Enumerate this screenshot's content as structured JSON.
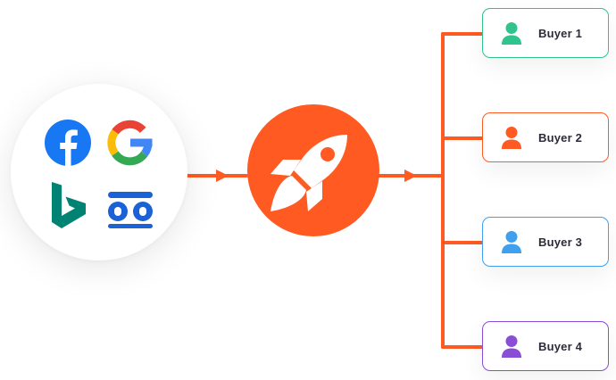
{
  "sources": [
    {
      "name": "facebook-logo",
      "icon": "facebook-icon",
      "color": "#1877f2"
    },
    {
      "name": "google-logo",
      "icon": "google-icon",
      "colors": [
        "#ea4335",
        "#fbbc05",
        "#34a853",
        "#4285f4"
      ]
    },
    {
      "name": "bing-logo",
      "icon": "bing-icon",
      "color": "#008373"
    },
    {
      "name": "yahoo-gemini-logo",
      "icon": "gemini-icon",
      "color": "#1a62d6"
    }
  ],
  "hub": {
    "icon": "rocket-icon",
    "color": "#ff5a22"
  },
  "connector_color": "#ff5a22",
  "buyers": [
    {
      "label": "Buyer 1",
      "color": "#2ec48b"
    },
    {
      "label": "Buyer 2",
      "color": "#ff5a22"
    },
    {
      "label": "Buyer 3",
      "color": "#3ea0ee"
    },
    {
      "label": "Buyer 4",
      "color": "#8a4ed6"
    }
  ]
}
